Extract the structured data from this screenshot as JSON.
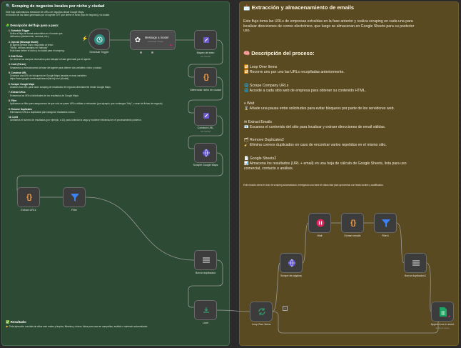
{
  "left": {
    "title": "🔍 Scraping de negocios locales por nicho y ciudad",
    "intro": [
      "Este flujo automatiza la extracción de URLs de negocios desde Google Maps,",
      "en función de los datos generados por un agente GPT que define el nicho (tipo de negocio) y la ciudad."
    ],
    "steps_title": "🧩 Descripción del flujo paso a paso:",
    "steps": [
      {
        "h": "1. Schedule Trigger",
        "d": [
          "Activa el flujo de forma automática en el horario que",
          "definamos (diariamente, semana, etc.)."
        ]
      },
      {
        "h": "2. OpenAI (Message Model)",
        "d": [
          "El agente genera como respuesta un texto:",
          "\"Nicho: clínicas dentales en Valencia\"",
          "Esta frase define el nicho y la ciudad para el scraping."
        ]
      },
      {
        "h": "3. Edit Fields",
        "d": [
          "Se obtiene los campos necesarios para trabajar la frase generada por el agente."
        ]
      },
      {
        "h": "4. Code (Parser)",
        "d": [
          "Separamos y estructuramos la frase del agente para obtener dos variables: nicho y ciudad."
        ]
      },
      {
        "h": "5. Construir URL",
        "d": [
          "Creamos una URL de búsqueda de Google Maps basada en esas variables:",
          "https://www.google.com/maps/search/{nicho}+en+{ciudad}"
        ]
      },
      {
        "h": "6. Scraper Google Maps",
        "d": [
          "Usamos esa URL para hacer scraping de resultados de negocios directamente desde Google Maps."
        ]
      },
      {
        "h": "7. Extract URLs",
        "d": [
          "Extraemos las URLs individuales de los resultados de Google Maps."
        ]
      },
      {
        "h": "8. Filter",
        "d": [
          "Aplicamos un filtro para asegurarnos de que solo se pasen URLs válidas o relevantes (por ejemplo, que contengan \"http\", o sean de fichas de negocio)."
        ]
      },
      {
        "h": "9. Remove Duplicates",
        "d": [
          "Eliminamos URLs o duplicados para asegurar resultados únicos."
        ]
      },
      {
        "h": "10. Limit",
        "d": [
          "Limitamos el número de resultados (por ejemplo, a 10) para controlar la carga y mantener eficiencia en el procesamiento posterior."
        ]
      }
    ],
    "result_title": "✅ Resultado:",
    "result_text": "👉 Toda ejecución una lista de sitios web reales y limpios, filtrados y únicos, listos para usar en campañas, análisis o outreach automatizado.",
    "nodes": {
      "schedule": "Schedule Trigger",
      "message": "Message a model",
      "message_sub": "message (node)",
      "mapeo": "Mapeo de texto",
      "mapeo_sub": "Set (fields)",
      "diferenciar": "Diferenciar nicho de ciudad",
      "construir": "Construir URL",
      "construir_sub": "Set (fields)",
      "scraper": "Scraper Google Maps",
      "extract": "Extract URLs",
      "filter": "Filter",
      "borrar": "Borrar duplicados",
      "limit": "Limit"
    }
  },
  "right": {
    "title": "📩 Extracción y almacenamiento de emails",
    "intro": [
      "Este flujo toma las URLs de empresas extraídas en la fase anterior y realiza scraping en cada una para",
      "localizar direcciones de correo electrónico, que luego se almacenan en Google Sheets para su posterior",
      "uso."
    ],
    "desc_title": "🧠 Descripción del proceso:",
    "items": [
      {
        "h": "🔁 Loop Over Items",
        "d": "🔁 Recorre uno por uno las URLs recopiladas anteriormente."
      },
      {
        "h": "🌐 Scrape Company URLs",
        "d": "🌐 Accede a cada sitio web de empresa para obtener su contenido HTML."
      },
      {
        "h": "⏸ Wait",
        "d": "⌛ Añade una pausa entre solicitudes para evitar bloqueos por parte de los servidores web."
      },
      {
        "h": "✉ Extract Emails",
        "d": "📧 Escanea el contenido del sitio para localizar y extraer direcciones de email válidas."
      },
      {
        "h": "🗂 Remove Duplicates2",
        "d": "🧹 Elimina correos duplicados en caso de encontrar varios repetidos en el mismo sitio."
      },
      {
        "h": "📄 Google Sheets2",
        "d": "📊 Almacena los resultados (URL + email) en una hoja de cálculo de Google Sheets, lista para uso",
        "d2": "comercial, contacto o análisis."
      }
    ],
    "footer": "Este módulo cierra el ciclo de scraping automatizado, entregando una base de datos lista para aprovechar con leads locales y cualificados.",
    "nodes": {
      "wait": "Wait",
      "extraer": "Extraer emails",
      "filter1": "Filter1",
      "scrape": "Scrape de páginas",
      "borrar1": "Borrar duplicados1",
      "loop": "Loop Over Items",
      "append": "Append row in sheet",
      "append_sub": "append: sheet"
    }
  },
  "colors": {
    "left_bg": "#2d4a34",
    "right_bg": "#5a4a22",
    "node_bg": "#3c3c3c",
    "accent_green": "#2f8f83",
    "accent_red": "#e0245e"
  }
}
